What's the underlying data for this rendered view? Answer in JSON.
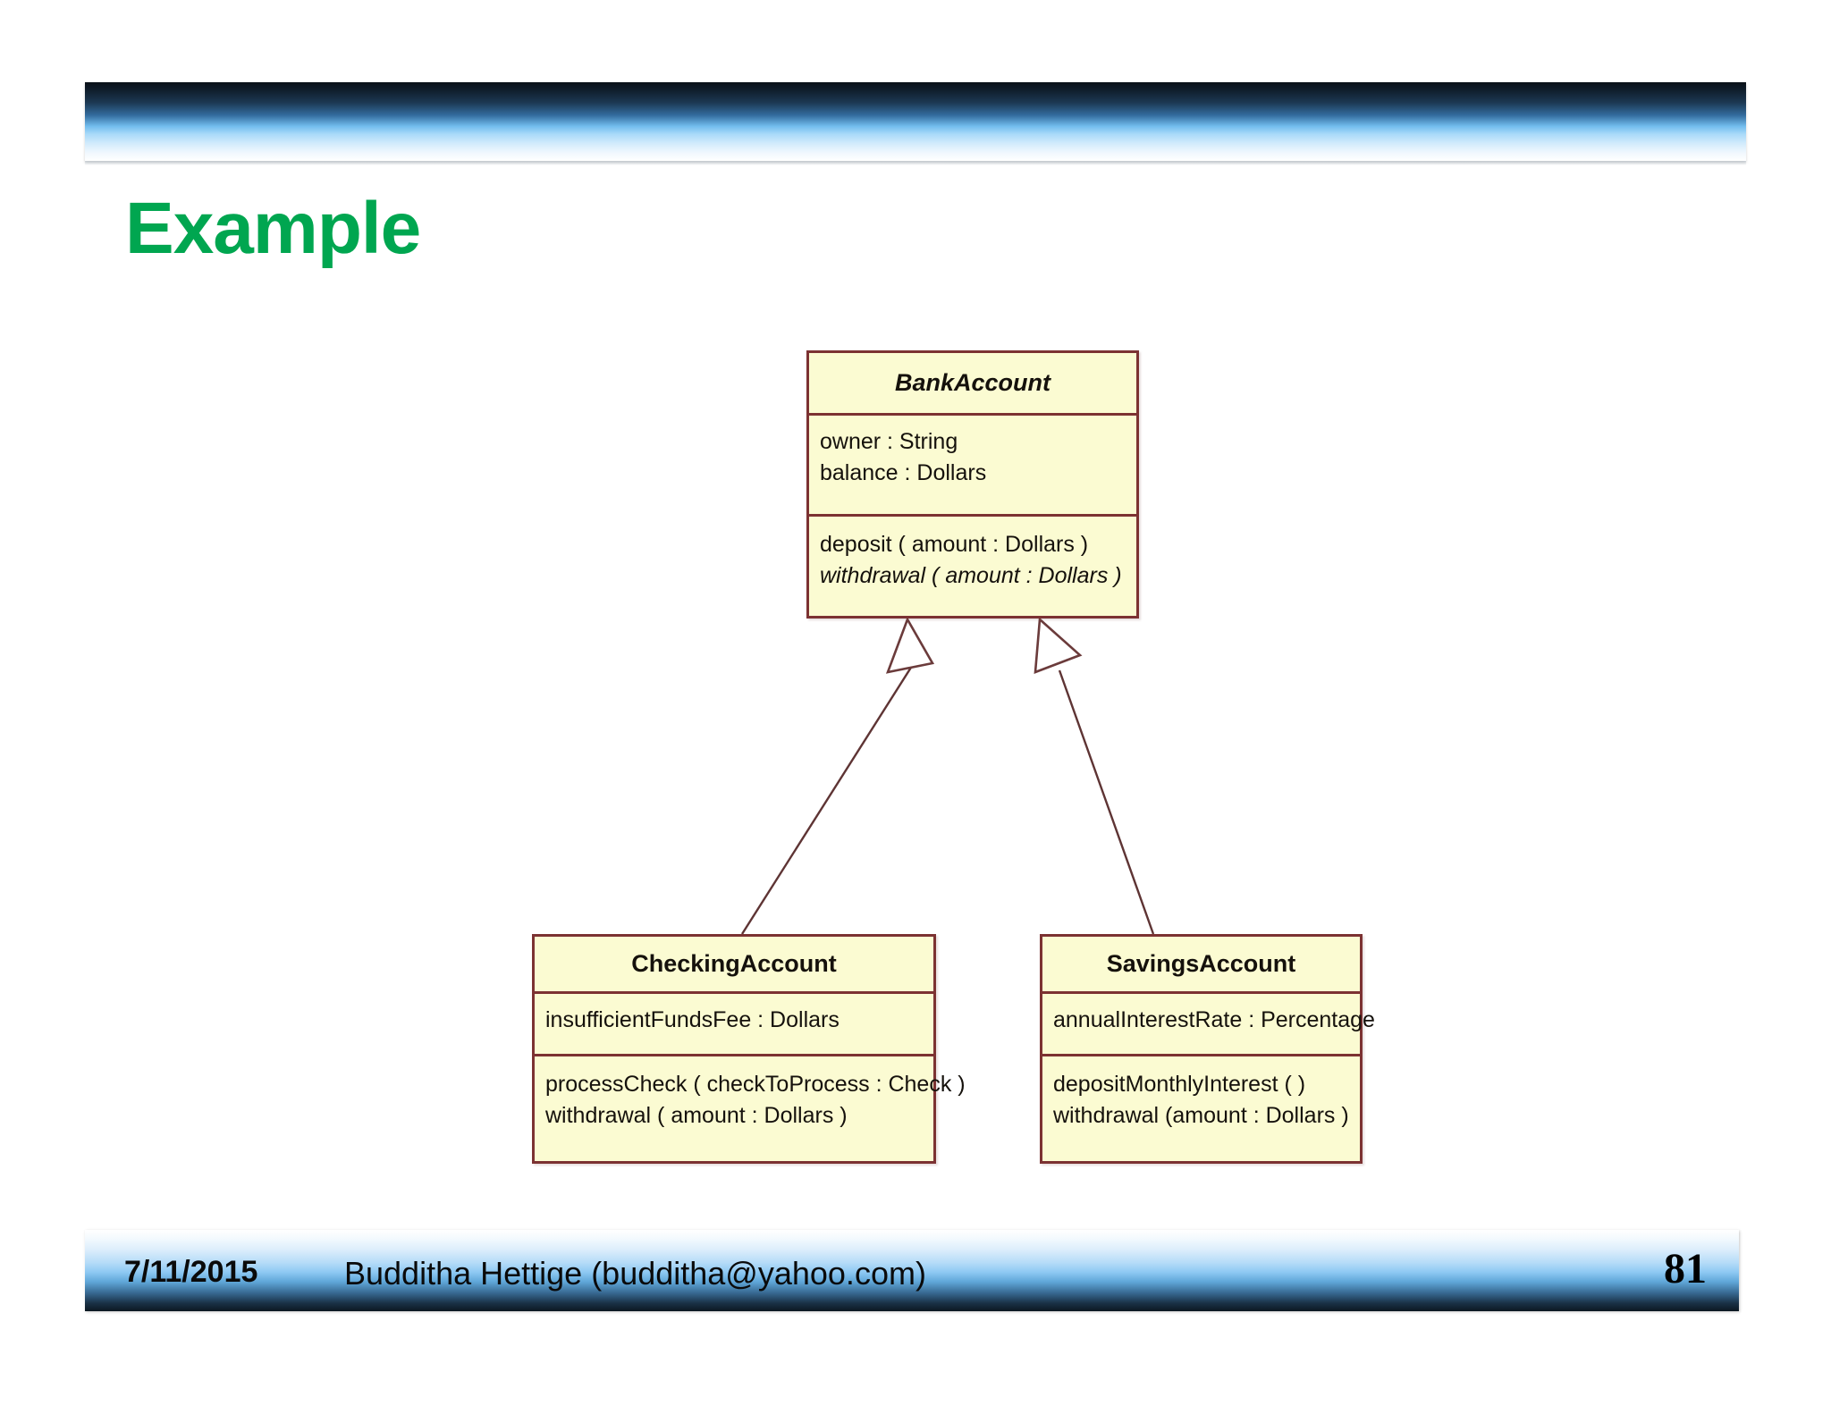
{
  "slide": {
    "title": "Example",
    "page_number": "81",
    "theme": {
      "title_color": "#00A650",
      "bar_top_color": "#0a1118",
      "bar_mid_color": "#72bdee",
      "class_fill": "#FBFBD2",
      "class_border": "#7C3232",
      "connector_color": "#6b3b3b"
    }
  },
  "footer": {
    "date": "7/11/2015",
    "author": "Budditha Hettige (budditha@yahoo.com)"
  },
  "diagram": {
    "type": "uml-class-diagram",
    "classes": [
      {
        "id": "bankaccount",
        "name": "BankAccount",
        "abstract": true,
        "attributes": [
          {
            "text": "owner : String",
            "abstract": false
          },
          {
            "text": "balance : Dollars",
            "abstract": false
          }
        ],
        "operations": [
          {
            "text": "deposit ( amount : Dollars )",
            "abstract": false
          },
          {
            "text": "withdrawal ( amount : Dollars )",
            "abstract": true
          }
        ]
      },
      {
        "id": "checkingaccount",
        "name": "CheckingAccount",
        "abstract": false,
        "attributes": [
          {
            "text": "insufficientFundsFee : Dollars",
            "abstract": false
          }
        ],
        "operations": [
          {
            "text": "processCheck ( checkToProcess : Check )",
            "abstract": false
          },
          {
            "text": "withdrawal ( amount : Dollars )",
            "abstract": false
          }
        ]
      },
      {
        "id": "savingsaccount",
        "name": "SavingsAccount",
        "abstract": false,
        "attributes": [
          {
            "text": "annualInterestRate : Percentage",
            "abstract": false
          }
        ],
        "operations": [
          {
            "text": "depositMonthlyInterest ( )",
            "abstract": false
          },
          {
            "text": "withdrawal (amount : Dollars )",
            "abstract": false
          }
        ]
      }
    ],
    "relationships": [
      {
        "type": "generalization",
        "from": "checkingaccount",
        "to": "bankaccount"
      },
      {
        "type": "generalization",
        "from": "savingsaccount",
        "to": "bankaccount"
      }
    ]
  }
}
